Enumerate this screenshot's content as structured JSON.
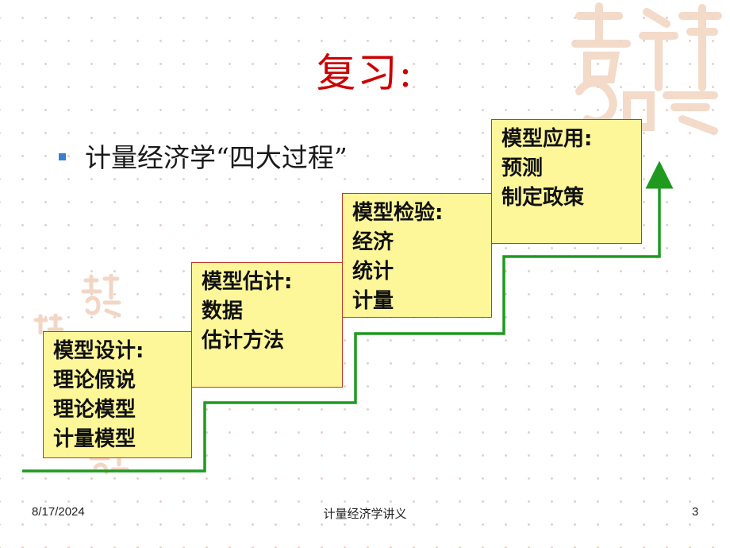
{
  "slide": {
    "title": "复习:",
    "bullet": "计量经济学“四大过程”",
    "steps": [
      {
        "heading": "模型设计:",
        "items": [
          "理论假说",
          "理论模型",
          "计量模型"
        ]
      },
      {
        "heading": "模型估计:",
        "items": [
          "数据",
          "估计方法"
        ]
      },
      {
        "heading": "模型检验:",
        "items": [
          "经济",
          "统计",
          "计量"
        ]
      },
      {
        "heading": "模型应用:",
        "items": [
          "预测",
          "制定政策"
        ]
      }
    ]
  },
  "footer": {
    "date": "8/17/2024",
    "center": "计量经济学讲义",
    "page": "3"
  },
  "colors": {
    "title": "#cc0000",
    "box_fill": "#fdf79a",
    "box_border": "#c0392b",
    "stair_line": "#1f9a1f",
    "bullet": "#3a7fd0"
  },
  "icons": {
    "decoration": "auspicious-seal-watermark"
  }
}
